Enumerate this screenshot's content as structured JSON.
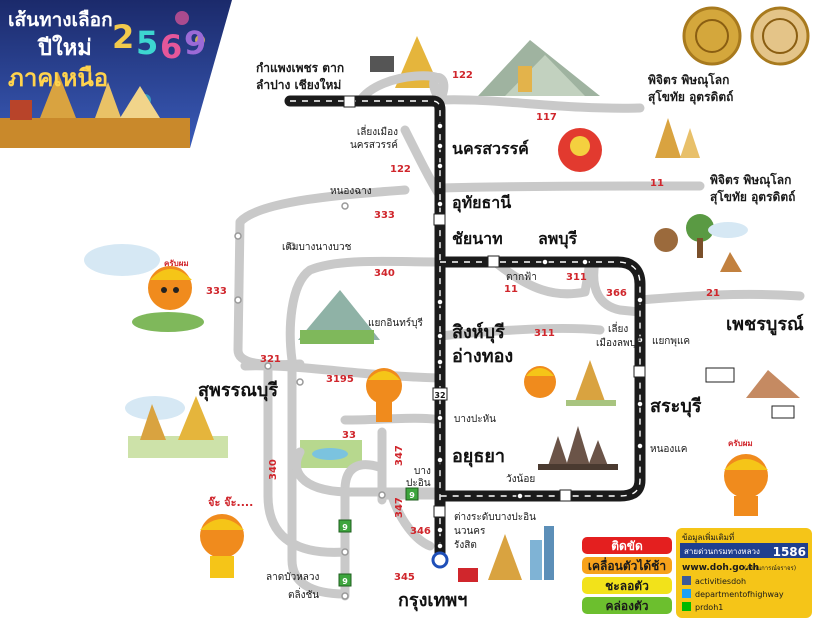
{
  "title": {
    "line1": "เส้นทางเลือก",
    "line2": "ปีใหม่",
    "line3": "ภาคเหนือ",
    "year_digits": [
      "2",
      "5",
      "6",
      "9"
    ],
    "year_colors": [
      "#f2c94c",
      "#3dd6d0",
      "#e5579a",
      "#9b6ad6"
    ]
  },
  "places": {
    "kamphaeng": "กำแพงเพชร ตาก",
    "lampang": "ลำปาง เชียงใหม่",
    "phichit_top1": "พิจิตร พิษณุโลก",
    "phichit_top2": "สุโขทัย อุตรดิตถ์",
    "bypass_nsw1": "เลี่ยงเมือง",
    "bypass_nsw2": "นครสวรรค์",
    "nakhon_sawan": "นครสวรรค์",
    "phichit_mid1": "พิจิตร พิษณุโลก",
    "phichit_mid2": "สุโขทัย อุตรดิตถ์",
    "nong_chang": "หนองฉาง",
    "uthai_thani": "อุทัยธานี",
    "chainat": "ชัยนาท",
    "lopburi": "ลพบุรี",
    "doem_bang": "เดิมบางนางบวช",
    "takfa": "ตากฟ้า",
    "phetchabun": "เพชรบูรณ์",
    "yaek_in": "แยกอินทร์บุรี",
    "bypass_lop1": "เลี่ยง",
    "bypass_lop2": "เมืองลพบุรี",
    "sing_buri": "สิงห์บุรี",
    "ang_thong": "อ่างทอง",
    "yaek_phukhae": "แยกพุแค",
    "suphan": "สุพรรณบุรี",
    "saraburi": "สระบุรี",
    "bang_pahan": "บางปะหัน",
    "ayutthaya": "อยุธยา",
    "nong_khae": "หนองแค",
    "wang_noi": "วังน้อย",
    "bang_pa_in1": "บาง",
    "bang_pa_in2": "ปะอิน",
    "interchange": "ต่างระดับบางปะอิน",
    "nava_nakhon": "นวนคร",
    "rangsit": "รังสิต",
    "lat_bua_luang": "ลาดบัวหลวง",
    "taling_chan": "ตลิ่งชัน",
    "bangkok": "กรุงเทพฯ"
  },
  "routes": {
    "r122a": "122",
    "r117": "117",
    "r122b": "122",
    "r11a": "11",
    "r333a": "333",
    "r340a": "340",
    "r311a": "311",
    "r11b": "11",
    "r366": "366",
    "r21": "21",
    "r333b": "333",
    "r311b": "311",
    "r321": "321",
    "r3195": "3195",
    "r32": "32",
    "r33": "33",
    "r347a": "347",
    "r340b": "340",
    "r347b": "347",
    "r346": "346",
    "r345": "345",
    "r9a": "9",
    "r9b": "9"
  },
  "mascot_speech": {
    "bubble1": "ครับผม",
    "bubble2": "จ๊ะ จ๊ะ....",
    "bubble3": "ครับผม"
  },
  "legend": {
    "items": [
      {
        "label": "ติดขัด",
        "color": "#e41f1f",
        "text_color": "#ffffff"
      },
      {
        "label": "เคลื่อนตัวได้ช้า",
        "color": "#f7a21b",
        "text_color": "#1a1a1a"
      },
      {
        "label": "ชะลอตัว",
        "color": "#f2e21a",
        "text_color": "#1a1a1a"
      },
      {
        "label": "คล่องตัว",
        "color": "#6cbf2e",
        "text_color": "#1a1a1a"
      }
    ]
  },
  "info": {
    "header": "ข้อมูลเพิ่มเติมที่",
    "hotline_label": "สายด่วนกรมทางหลวง",
    "hotline_number": "1586",
    "website": "www.doh.go.th",
    "website_note": "(สถานการณ์จราจร)",
    "facebook": "activitiesdoh",
    "twitter": "departmentofhighway",
    "line": "prdoh1"
  },
  "colors": {
    "main_road": "#1b1b1b",
    "alt_road": "#c9c9c9",
    "route_number": "#d0262c",
    "info_bg": "#f5c518"
  }
}
